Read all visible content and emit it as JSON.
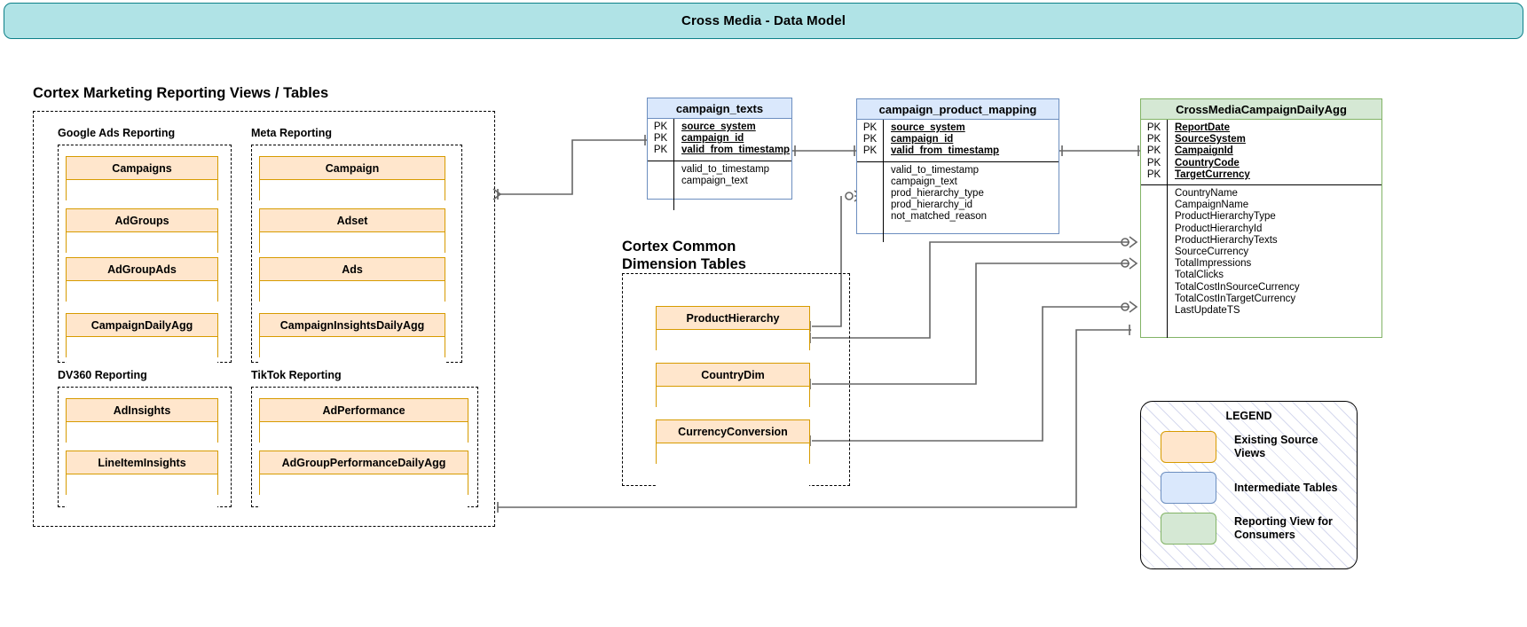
{
  "banner": {
    "title": "Cross Media - Data Model"
  },
  "sections": {
    "reporting_heading": "Cortex Marketing Reporting Views / Tables",
    "dimension_heading_line1": "Cortex Common",
    "dimension_heading_line2": "Dimension Tables"
  },
  "groups": [
    {
      "label": "Google Ads Reporting",
      "tables": [
        "Campaigns",
        "AdGroups",
        "AdGroupAds",
        "CampaignDailyAgg"
      ]
    },
    {
      "label": "Meta Reporting",
      "tables": [
        "Campaign",
        "Adset",
        "Ads",
        "CampaignInsightsDailyAgg"
      ]
    },
    {
      "label": "DV360 Reporting",
      "tables": [
        "AdInsights",
        "LineItemInsights"
      ]
    },
    {
      "label": "TikTok Reporting",
      "tables": [
        "AdPerformance",
        "AdGroupPerformanceDailyAgg"
      ]
    }
  ],
  "dimension_tables": [
    "ProductHierarchy",
    "CountryDim",
    "CurrencyConversion"
  ],
  "entities": [
    {
      "name": "campaign_texts",
      "type": "intermediate",
      "pk_marker": "PK",
      "keys": [
        "source_system",
        "campaign_id",
        "valid_from_timestamp"
      ],
      "attributes": [
        "valid_to_timestamp",
        "campaign_text"
      ]
    },
    {
      "name": "campaign_product_mapping",
      "type": "intermediate",
      "pk_marker": "PK",
      "keys": [
        "source_system",
        "campaign_id",
        "valid_from_timestamp"
      ],
      "attributes": [
        "valid_to_timestamp",
        "campaign_text",
        "prod_hierarchy_type",
        "prod_hierarchy_id",
        "not_matched_reason"
      ]
    },
    {
      "name": "CrossMediaCampaignDailyAgg",
      "type": "reporting",
      "pk_marker": "PK",
      "keys": [
        "ReportDate",
        "SourceSystem",
        "CampaignId",
        "CountryCode",
        "TargetCurrency"
      ],
      "attributes": [
        "CountryName",
        "CampaignName",
        "ProductHierarchyType",
        "ProductHierarchyId",
        "ProductHierarchyTexts",
        "SourceCurrency",
        "TotalImpressions",
        "TotalClicks",
        "TotalCostInSourceCurrency",
        "TotalCostInTargetCurrency",
        "LastUpdateTS"
      ]
    }
  ],
  "legend": {
    "title": "LEGEND",
    "items": [
      {
        "swatch": "orange",
        "label": "Existing Source Views"
      },
      {
        "swatch": "blue",
        "label": "Intermediate Tables"
      },
      {
        "swatch": "green",
        "label": "Reporting View for Consumers"
      }
    ]
  },
  "colors": {
    "banner_fill": "#b0e3e6",
    "banner_stroke": "#0e8088",
    "source_fill": "#ffe6cc",
    "source_stroke": "#d79b00",
    "intermediate_fill": "#dae8fc",
    "intermediate_stroke": "#6c8ebf",
    "reporting_fill": "#d5e8d4",
    "reporting_stroke": "#82b366",
    "connector": "#666666"
  }
}
